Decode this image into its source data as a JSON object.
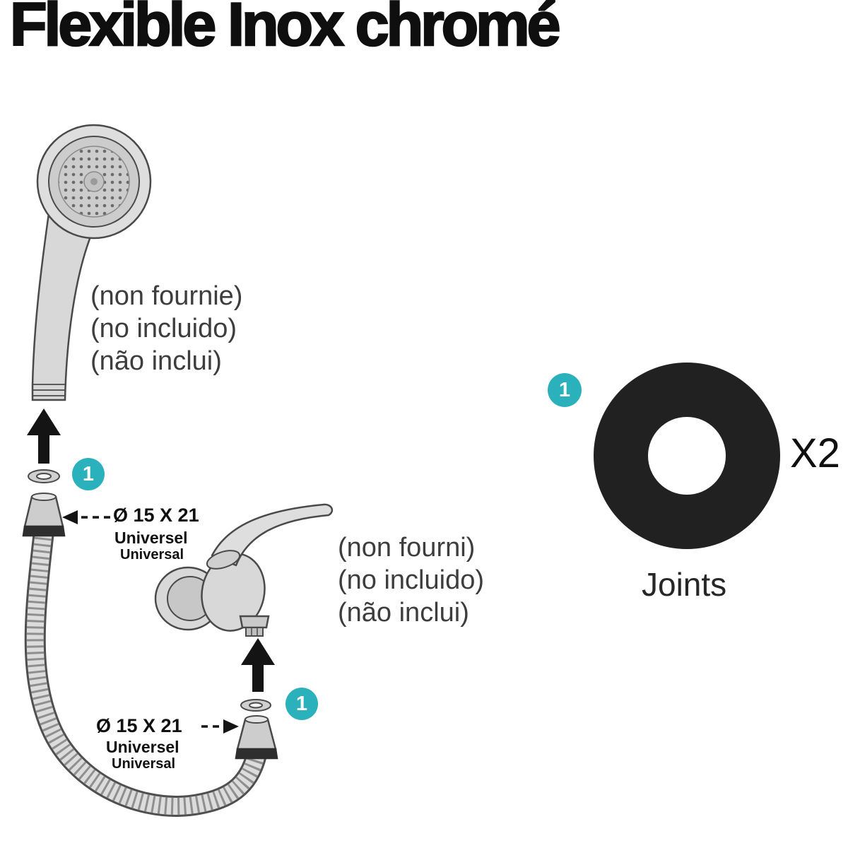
{
  "title": "Flexible Inox chromé",
  "colors": {
    "accent_teal": "#2ab1bb",
    "line_gray": "#4a4a4a",
    "ring_black": "#212121"
  },
  "shower_head": {
    "note_fr": "(non fournie)",
    "note_es": "(no incluido)",
    "note_pt": "(não inclui)"
  },
  "mixer_tap": {
    "note_fr": "(non fourni)",
    "note_es": "(no incluido)",
    "note_pt": "(não inclui)"
  },
  "connector_top": {
    "badge": "1",
    "diameter": "Ø 15 X 21",
    "universal_fr": "Universel",
    "universal_es": "Universal"
  },
  "connector_bottom": {
    "badge": "1",
    "diameter": "Ø 15 X 21",
    "universal_fr": "Universel",
    "universal_es": "Universal"
  },
  "joints": {
    "badge": "1",
    "quantity": "X2",
    "label": "Joints"
  }
}
